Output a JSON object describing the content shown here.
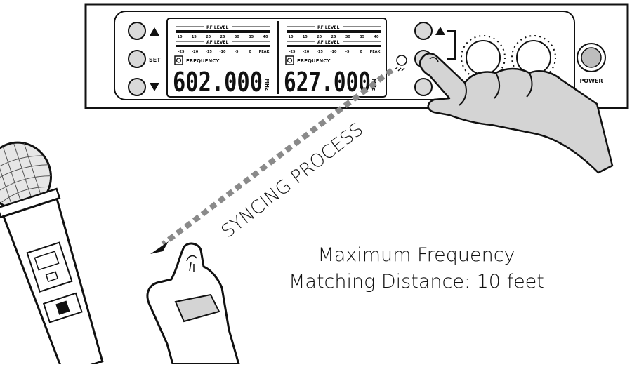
{
  "receiver": {
    "channel_a": {
      "rf_label": "RF LEVEL",
      "af_label": "AF LEVEL",
      "rf_ticks": [
        "10",
        "15",
        "20",
        "25",
        "30",
        "35",
        "40"
      ],
      "af_ticks": [
        "-25",
        "-20",
        "-15",
        "-10",
        "-5",
        "0",
        "PEAK"
      ],
      "freq_label": "FREQUENCY",
      "frequency": "602.000",
      "unit": "MHz"
    },
    "channel_b": {
      "rf_label": "RF LEVEL",
      "af_label": "AF LEVEL",
      "rf_ticks": [
        "10",
        "15",
        "20",
        "25",
        "30",
        "35",
        "40"
      ],
      "af_ticks": [
        "-25",
        "-20",
        "-15",
        "-10",
        "-5",
        "0",
        "PEAK"
      ],
      "freq_label": "FREQUENCY",
      "frequency": "627.000",
      "unit": "MHz"
    },
    "set_label": "SET",
    "power_label": "POWER"
  },
  "syncing_label": "SYNCING PROCESS",
  "caption": {
    "line1": "Maximum Frequency",
    "line2": "Matching Distance:  10 feet"
  }
}
